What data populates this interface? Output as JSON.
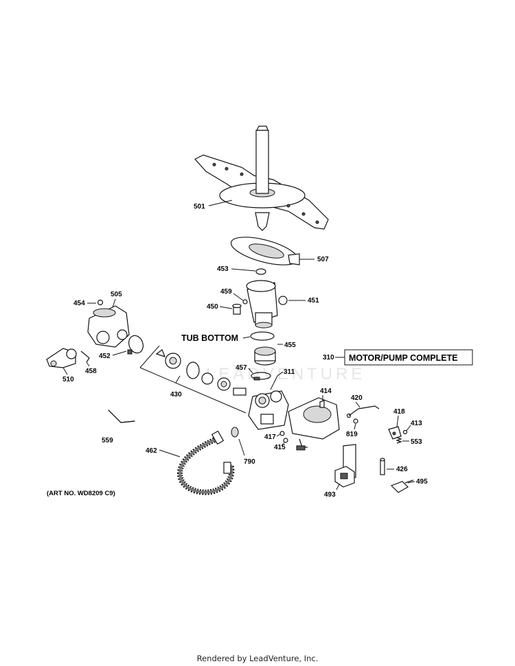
{
  "diagram": {
    "callouts": {
      "p501": "501",
      "p507": "507",
      "p453": "453",
      "p459": "459",
      "p450": "450",
      "p451": "451",
      "p454": "454",
      "p505": "505",
      "p455": "455",
      "p452": "452",
      "p457": "457",
      "p311": "311",
      "p510": "510",
      "p458": "458",
      "p430": "430",
      "p414": "414",
      "p420": "420",
      "p418": "418",
      "p413": "413",
      "p819": "819",
      "p553": "553",
      "p417": "417",
      "p415": "415",
      "p559": "559",
      "p462": "462",
      "p790": "790",
      "p426": "426",
      "p495": "495",
      "p493": "493",
      "p310": "310"
    },
    "tub_bottom_label": "TUB BOTTOM",
    "motor_pump_label": "MOTOR/PUMP COMPLETE",
    "art_number": "(ART NO. WD8209 C9)",
    "watermark": "LEADVENTURE"
  },
  "footer": {
    "credit": "Rendered by LeadVenture, Inc."
  }
}
